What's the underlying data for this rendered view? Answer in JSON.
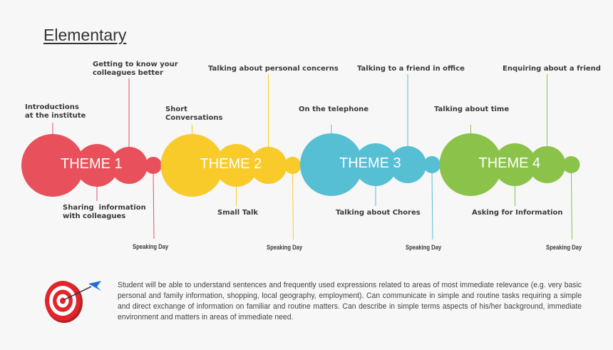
{
  "title": "Elementary",
  "themes": [
    {
      "label": "THEME 1",
      "color": "#e8515b",
      "top_left": "Introductions\nat the institute",
      "top_right": "Getting to know your\ncolleagues better",
      "bottom": "Sharing  information\nwith colleagues",
      "speaking": "Speaking Day"
    },
    {
      "label": "THEME 2",
      "color": "#f8cb2a",
      "top_left": "Short\nConversations",
      "top_right": "Talking about personal concerns",
      "bottom": "Small Talk",
      "speaking": "Speaking Day"
    },
    {
      "label": "THEME 3",
      "color": "#56bfd4",
      "top_left": "On the telephone",
      "top_right": "Talking to a friend in office",
      "bottom": "Talking about Chores",
      "speaking": "Speaking Day"
    },
    {
      "label": "THEME 4",
      "color": "#8bc34a",
      "top_left": "Talking about time",
      "top_right": "Enquiring about a friend",
      "bottom": "Asking for Information",
      "speaking": "Speaking Day"
    }
  ],
  "description": "Student will be able to understand sentences and frequently used expressions related to areas of most immediate relevance (e.g. very basic personal and family information, shopping, local geography, employment). Can communicate in simple and routine tasks requiring a simple and direct exchange of information on familiar and routine matters. Can describe in simple terms aspects of his/her background, immediate environment and matters in areas of immediate need."
}
